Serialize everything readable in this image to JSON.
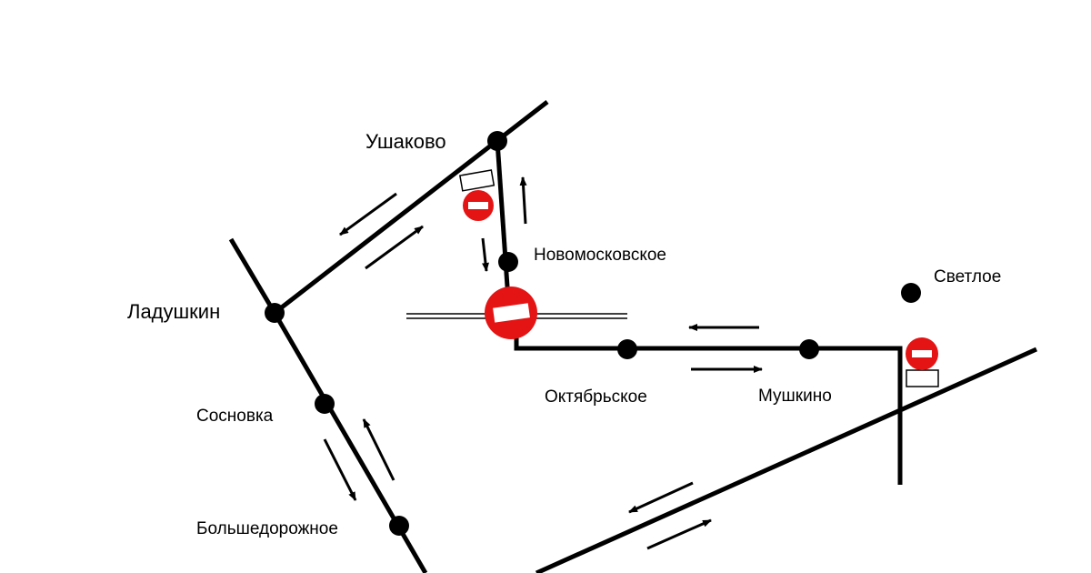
{
  "colors": {
    "road": "#000000",
    "sign_fill": "#e41414",
    "sign_bar": "#ffffff",
    "background": "#ffffff"
  },
  "places": {
    "ushakovo": "Ушаково",
    "novomoskovskoe": "Новомосковское",
    "ladushkin": "Ладушкин",
    "svetloe": "Светлое",
    "oktyabrskoe": "Октябрьское",
    "mushkino": "Мушкино",
    "sosnovka": "Сосновка",
    "bolshedorozhnoe": "Большедорожное"
  },
  "icons": {
    "road_closed": "no-entry-sign-icon",
    "plate": "sign-plate-icon",
    "settlement": "settlement-dot-icon",
    "direction": "direction-arrow-icon",
    "railway": "railway-line-icon"
  }
}
